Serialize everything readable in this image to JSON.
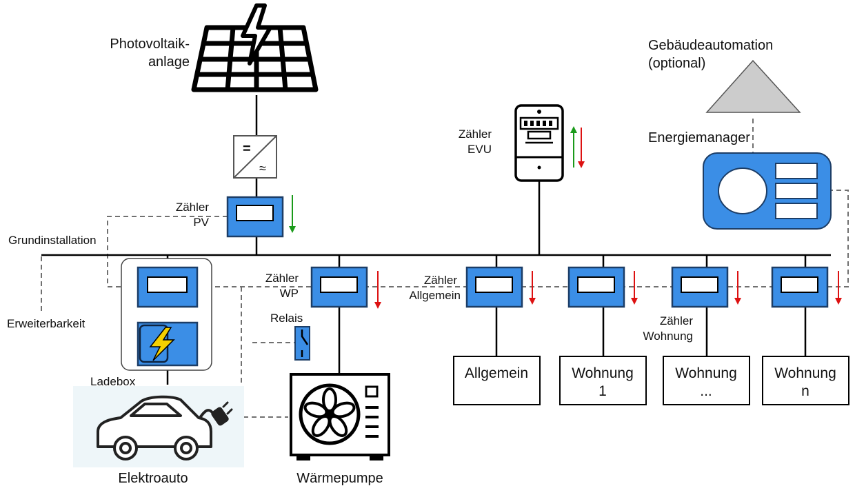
{
  "colors": {
    "meter_blue": "#3b8ee6",
    "meter_border": "#1c3d66",
    "arrow_green": "#1a9a1a",
    "arrow_red": "#dd1111",
    "wire": "#000000",
    "dashed": "#707070",
    "roof_gray": "#cccccc",
    "car_bg": "#eef6f9"
  },
  "labels": {
    "pv_line1": "Photovoltaik-",
    "pv_line2": "anlage",
    "building_line1": "Gebäudeautomation",
    "building_line2": "(optional)",
    "energy_manager": "Energiemanager",
    "meter_evu_line1": "Zähler",
    "meter_evu_line2": "EVU",
    "meter_pv_line1": "Zähler",
    "meter_pv_line2": "PV",
    "basic_install": "Grundinstallation",
    "expandability": "Erweiterbarkeit",
    "wallbox": "Ladebox",
    "meter_wp_line1": "Zähler",
    "meter_wp_line2": "WP",
    "relay": "Relais",
    "meter_general_line1": "Zähler",
    "meter_general_line2": "Allgemein",
    "meter_apartment_line1": "Zähler",
    "meter_apartment_line2": "Wohnung",
    "ev": "Elektroauto",
    "heat_pump": "Wärmepumpe",
    "inverter_dc": "=",
    "inverter_ac": "≈"
  },
  "loads": [
    {
      "line1": "Allgemein",
      "line2": ""
    },
    {
      "line1": "Wohnung",
      "line2": "1"
    },
    {
      "line1": "Wohnung",
      "line2": "..."
    },
    {
      "line1": "Wohnung",
      "line2": "n"
    }
  ]
}
